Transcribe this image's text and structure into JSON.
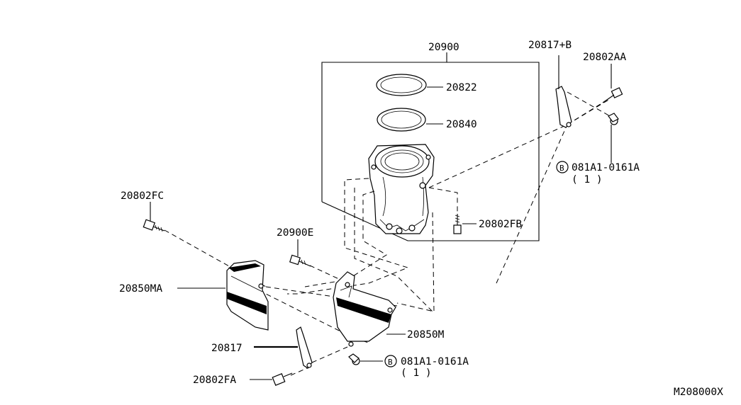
{
  "diagram": {
    "callouts": {
      "assembly": "20900",
      "gasket_ring_upper": "20822",
      "gasket_ring_lower": "20840",
      "upper_bracket": "20817+B",
      "upper_bolt": "20802AA",
      "upper_bolt_std": "081A1-0161A",
      "upper_bolt_std_qty": "( 1 )",
      "left_bolt": "20802FC",
      "assembly_bolt": "20802FB",
      "insulator_bolt": "20900E",
      "left_insulator": "20850MA",
      "lower_insulator": "20850M",
      "lower_bracket": "20817",
      "lower_bolt": "20802FA",
      "lower_bolt_std": "081A1-0161A",
      "lower_bolt_std_qty": "( 1 )",
      "bolt_marker": "B"
    },
    "figure_code": "M208000X"
  }
}
